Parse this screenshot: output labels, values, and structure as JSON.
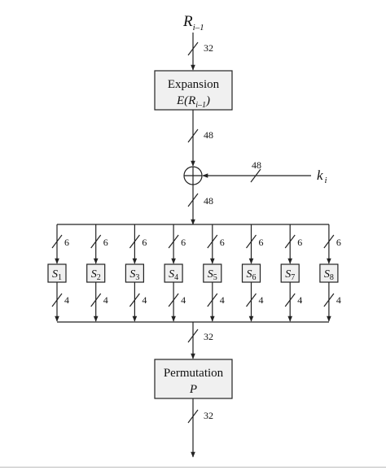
{
  "input": {
    "label": "R",
    "subscript": "i–1",
    "width": "32"
  },
  "expansion": {
    "title": "Expansion",
    "formula_func": "E(R",
    "formula_sub": "i–1",
    "formula_close": ")",
    "out_width": "48"
  },
  "xor": {
    "key_label": "k",
    "key_subscript": "i",
    "key_width": "48",
    "out_width": "48"
  },
  "sboxes": {
    "items": [
      {
        "name": "S",
        "index": "1",
        "in_width": "6",
        "out_width": "4"
      },
      {
        "name": "S",
        "index": "2",
        "in_width": "6",
        "out_width": "4"
      },
      {
        "name": "S",
        "index": "3",
        "in_width": "6",
        "out_width": "4"
      },
      {
        "name": "S",
        "index": "4",
        "in_width": "6",
        "out_width": "4"
      },
      {
        "name": "S",
        "index": "5",
        "in_width": "6",
        "out_width": "4"
      },
      {
        "name": "S",
        "index": "6",
        "in_width": "6",
        "out_width": "4"
      },
      {
        "name": "S",
        "index": "7",
        "in_width": "6",
        "out_width": "4"
      },
      {
        "name": "S",
        "index": "8",
        "in_width": "6",
        "out_width": "4"
      }
    ],
    "combined_width": "32"
  },
  "permutation": {
    "title": "Permutation",
    "symbol": "P",
    "out_width": "32"
  }
}
